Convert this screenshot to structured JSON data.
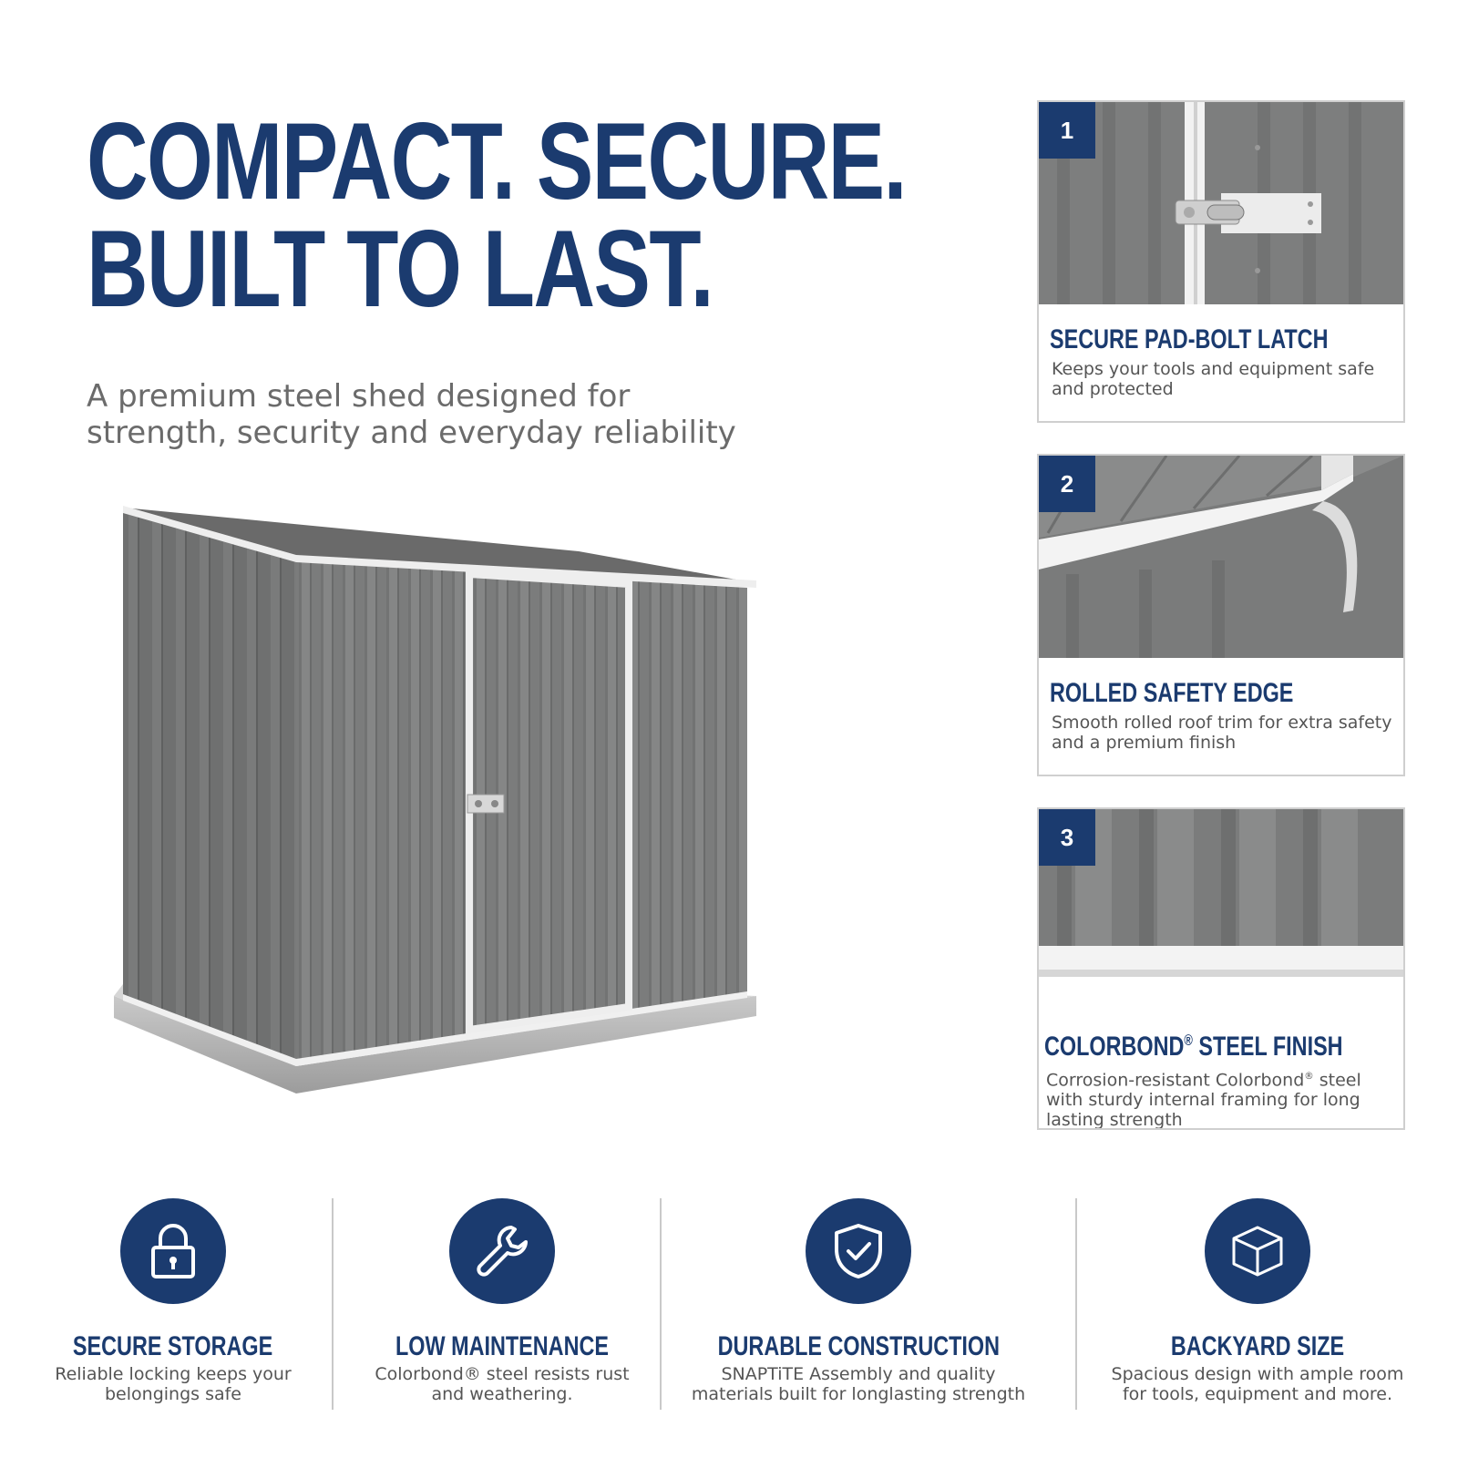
{
  "headline": {
    "line1": "COMPACT. SECURE.",
    "line2": "BUILT TO LAST."
  },
  "subheadline": {
    "line1": "A premium steel shed designed for",
    "line2": "strength, security and everyday reliability"
  },
  "colors": {
    "brand_navy": "#1b3b6f",
    "text_grey": "#6b6b6b",
    "steel_grey": "#7a7b7b",
    "trim_white": "#f2f2f2",
    "card_border": "#cfcfcf"
  },
  "cards": [
    {
      "number": "1",
      "title": "SECURE PAD-BOLT LATCH",
      "description": "Keeps your tools and equipment safe and protected"
    },
    {
      "number": "2",
      "title": "ROLLED SAFETY EDGE",
      "description": "Smooth rolled roof trim for extra safety and a premium finish"
    },
    {
      "number": "3",
      "title_main": "COLORBOND",
      "title_mark": "®",
      "title_rest": " STEEL FINISH",
      "description_part1": "Corrosion-resistant Colorbond",
      "description_mark": "®",
      "description_part2": " steel with sturdy internal framing for long lasting strength"
    }
  ],
  "features": [
    {
      "icon": "lock-icon",
      "title": "SECURE STORAGE",
      "line1": "Reliable locking keeps your",
      "line2": "belongings safe"
    },
    {
      "icon": "wrench-icon",
      "title": "LOW MAINTENANCE",
      "line1": "Colorbond® steel resists rust",
      "line2": "and weathering."
    },
    {
      "icon": "shield-check-icon",
      "title": "DURABLE CONSTRUCTION",
      "line1": "SNAPTiTE Assembly and quality",
      "line2": "materials built for longlasting strength"
    },
    {
      "icon": "cube-icon",
      "title": "BACKYARD SIZE",
      "line1": "Spacious design with ample room",
      "line2": "for tools, equipment and more."
    }
  ]
}
